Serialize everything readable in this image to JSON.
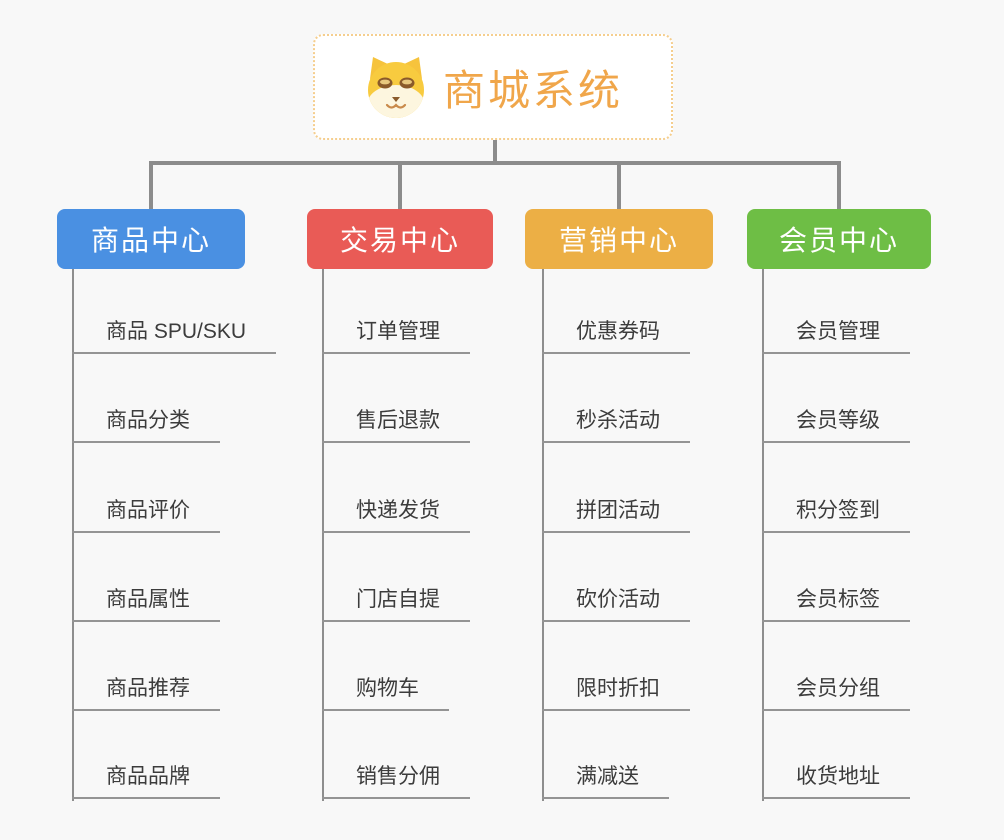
{
  "root": {
    "title": "商城系统",
    "icon": "dog-face-icon",
    "title_color": "#f0a64a",
    "border_color": "#f5ce8e"
  },
  "branches": [
    {
      "title": "商品中心",
      "color": "#4a90e2",
      "items": [
        "商品 SPU/SKU",
        "商品分类",
        "商品评价",
        "商品属性",
        "商品推荐",
        "商品品牌"
      ]
    },
    {
      "title": "交易中心",
      "color": "#e95b56",
      "items": [
        "订单管理",
        "售后退款",
        "快递发货",
        "门店自提",
        "购物车",
        "销售分佣"
      ]
    },
    {
      "title": "营销中心",
      "color": "#ecaf45",
      "items": [
        "优惠券码",
        "秒杀活动",
        "拼团活动",
        "砍价活动",
        "限时折扣",
        "满减送"
      ]
    },
    {
      "title": "会员中心",
      "color": "#6ebe45",
      "items": [
        "会员管理",
        "会员等级",
        "积分签到",
        "会员标签",
        "会员分组",
        "收货地址"
      ]
    }
  ],
  "colors": {
    "connector": "#8c8c8c",
    "underline": "#949494",
    "item_text": "#3c3c3c",
    "background": "#f8f8f8"
  }
}
